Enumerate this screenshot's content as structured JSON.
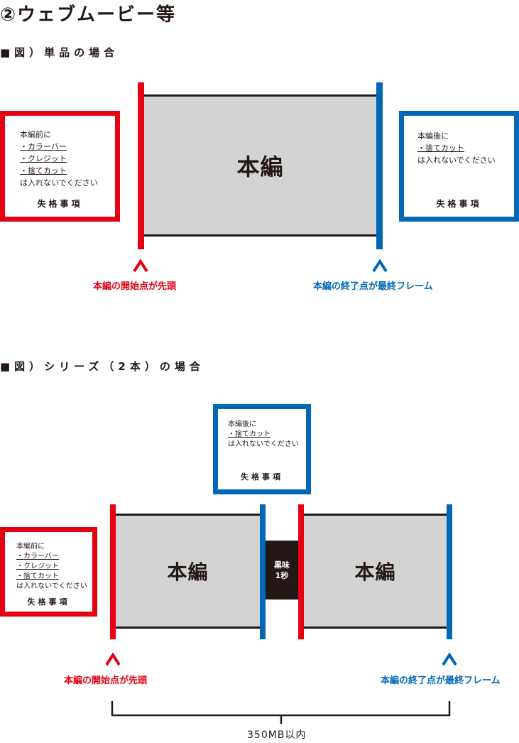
{
  "page": {
    "title": "②ウェブムービー等"
  },
  "section1": {
    "heading": "■図）単品の場合",
    "left_box": {
      "lines": [
        "本編前に",
        "・カラーバー",
        "・クレジット",
        "・捨てカット",
        "は入れないでください"
      ],
      "footer": "失格事項"
    },
    "main_label": "本編",
    "right_box": {
      "lines": [
        "本編後に",
        "・捨てカット",
        "は入れないでください"
      ],
      "footer": "失格事項"
    },
    "start_caption": "本編の開始点が先頭",
    "end_caption": "本編の終了点が最終フレーム"
  },
  "section2": {
    "heading": "■図）シリーズ（2本）の場合",
    "top_box": {
      "lines": [
        "本編後に",
        "・捨てカット",
        "は入れないでください"
      ],
      "footer": "失格事項"
    },
    "left_box": {
      "lines": [
        "本編前に",
        "・カラーバー",
        "・クレジット",
        "・捨てカット",
        "は入れないでください"
      ],
      "footer": "失格事項"
    },
    "main_label_1": "本編",
    "black_label_1": "黒味",
    "black_label_2": "1秒",
    "main_label_2": "本編",
    "start_caption": "本編の開始点が先頭",
    "end_caption": "本編の終了点が最終フレーム",
    "size_label": "350MB以内"
  },
  "colors": {
    "red": "#e50012",
    "blue": "#0068b7",
    "gray": "#d3d3d3",
    "black": "#231815"
  }
}
